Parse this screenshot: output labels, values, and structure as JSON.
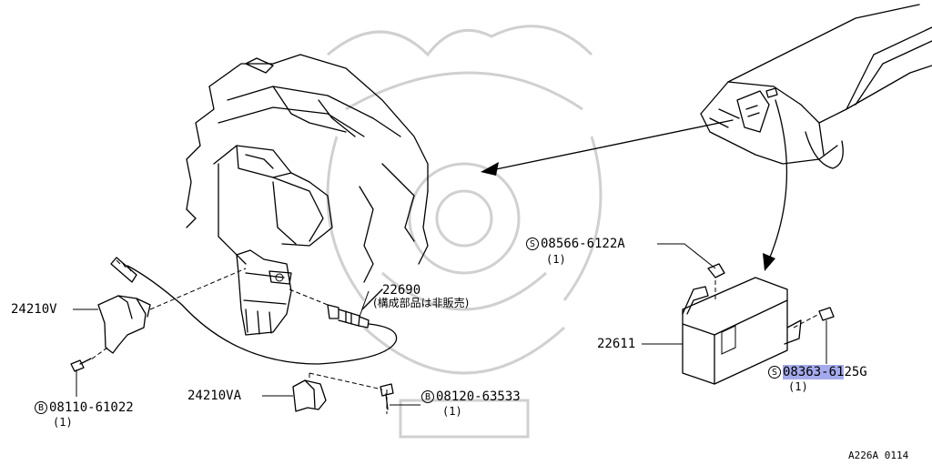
{
  "parts": {
    "p08566": {
      "prefix": "S",
      "number": "08566-6122A",
      "qty": "(1)"
    },
    "p22690": {
      "number": "22690",
      "note": "(構成部品は非販売)"
    },
    "p24210V": {
      "number": "24210V"
    },
    "p22611": {
      "number": "22611"
    },
    "p08363": {
      "prefix": "S",
      "number_highlighted": "08363-61",
      "number_rest": "25G",
      "qty": "(1)"
    },
    "p08110": {
      "prefix": "B",
      "number": "08110-61022",
      "qty": "(1)"
    },
    "p24210VA": {
      "number": "24210VA"
    },
    "p08120": {
      "prefix": "B",
      "number": "08120-63533",
      "qty": "(1)"
    }
  },
  "diagram_code": "A226A 0114",
  "colors": {
    "highlight": "#5a64dc",
    "line": "#000000",
    "watermark": "#d0d0d0"
  }
}
